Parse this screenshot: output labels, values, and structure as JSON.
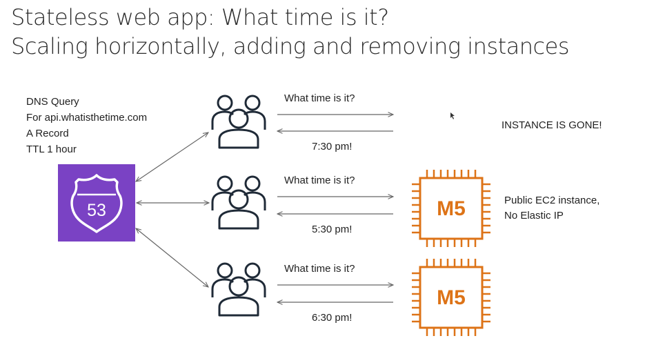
{
  "title": {
    "line1": "Stateless web app: What time is it?",
    "line2": "Scaling horizontally, adding and removing instances"
  },
  "dns": {
    "line1": "DNS Query",
    "line2": "For api.whatisthetime.com",
    "line3": "A Record",
    "line4": "TTL 1 hour"
  },
  "route53": {
    "label": "53",
    "icon": "route53-shield-icon",
    "color": "#7a42c4"
  },
  "rows": [
    {
      "question": "What time is it?",
      "answer": "7:30 pm!",
      "status": "INSTANCE IS GONE!"
    },
    {
      "question": "What time is it?",
      "answer": "5:30 pm!",
      "instance_label": "M5",
      "note_line1": "Public EC2 instance,",
      "note_line2": "No Elastic IP"
    },
    {
      "question": "What time is it?",
      "answer": "6:30 pm!",
      "instance_label": "M5"
    }
  ],
  "colors": {
    "ec2": "#dd7317",
    "users": "#1f2a37",
    "arrow": "#666666"
  }
}
